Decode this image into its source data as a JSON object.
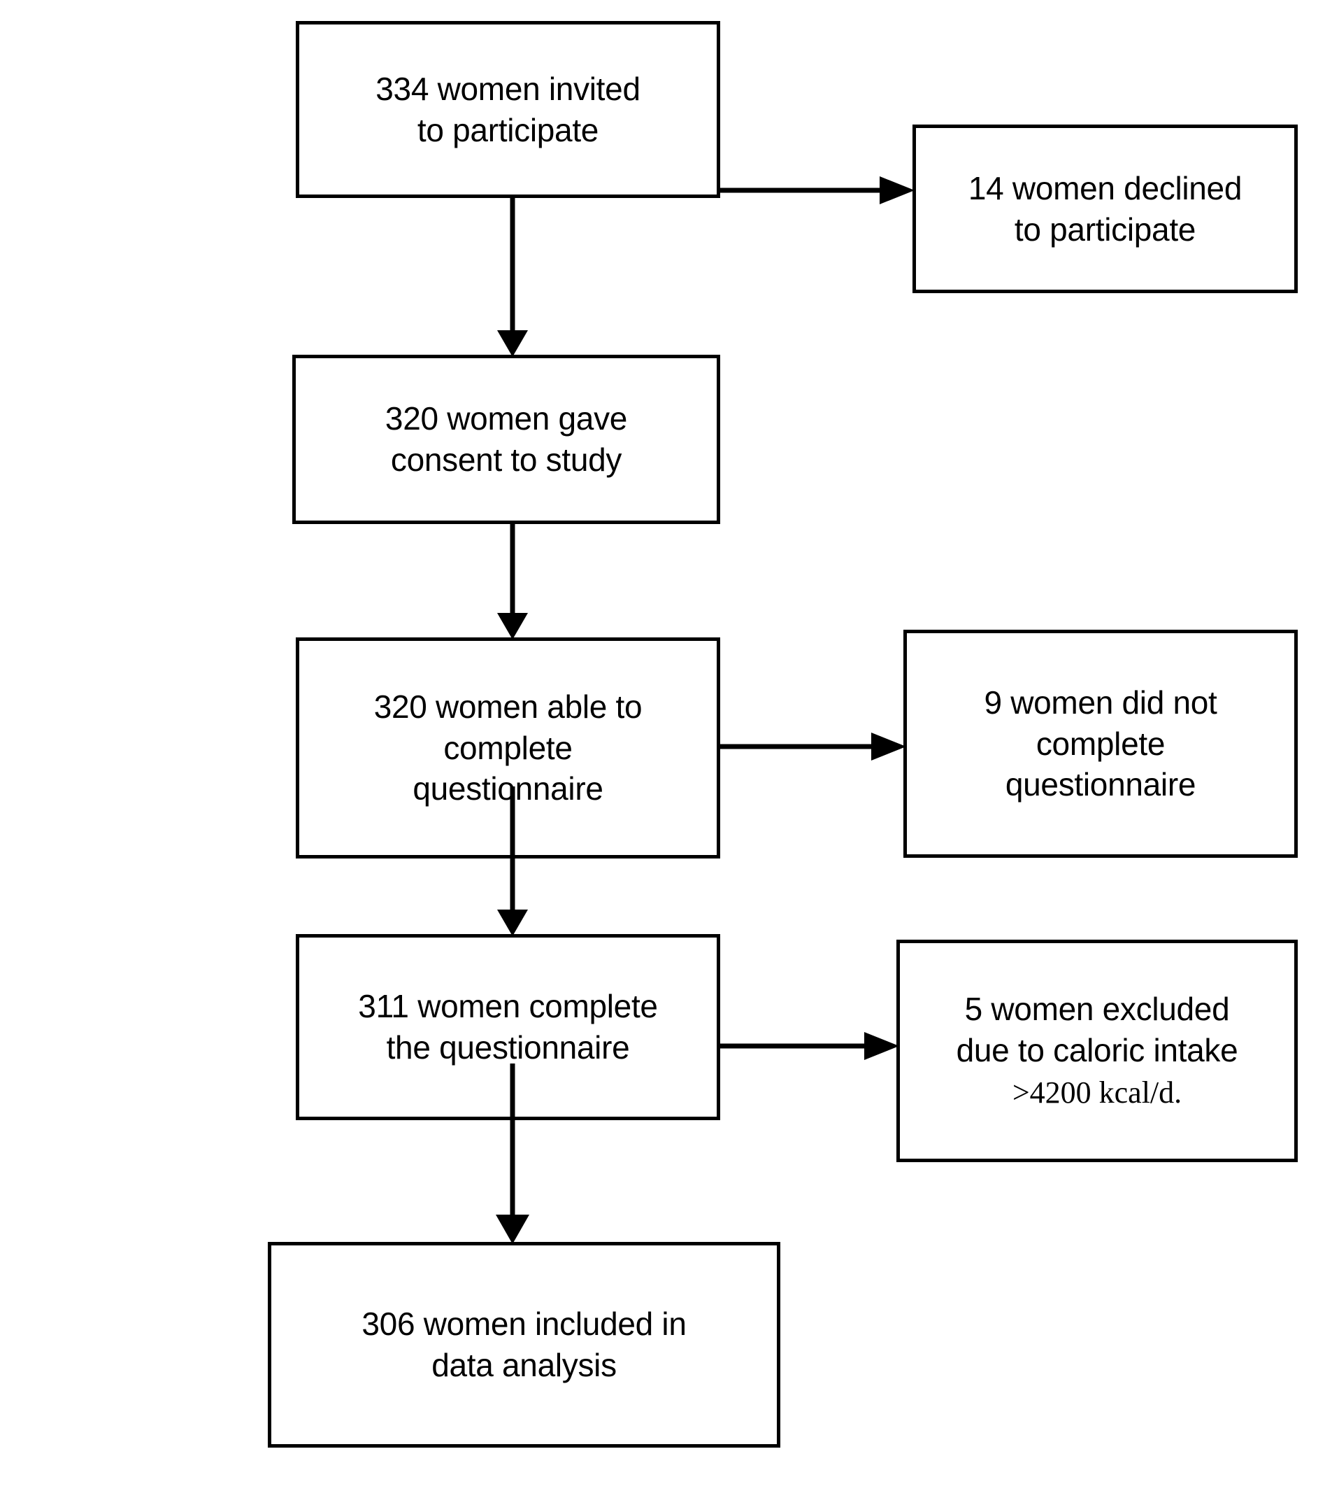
{
  "diagram": {
    "title": "Study participant flow",
    "stroke_color": "#000000",
    "background_color": "#ffffff",
    "nodes": [
      {
        "id": "invited",
        "lines": [
          "334 women invited",
          "to participate"
        ],
        "count": 334
      },
      {
        "id": "declined",
        "lines": [
          "14 women declined",
          "to participate"
        ],
        "count": 14
      },
      {
        "id": "consent",
        "lines": [
          "320 women gave",
          "consent to study"
        ],
        "count": 320
      },
      {
        "id": "able-to-complete",
        "lines": [
          "320 women able to",
          "complete",
          "questionnaire"
        ],
        "count": 320
      },
      {
        "id": "did-not-complete",
        "lines": [
          "9 women did not",
          "complete",
          "questionnaire"
        ],
        "count": 9
      },
      {
        "id": "completed",
        "lines": [
          "311 women complete",
          "the questionnaire"
        ],
        "count": 311
      },
      {
        "id": "excluded",
        "lines": [
          "5 women excluded",
          "due to caloric intake"
        ],
        "serif_line": ">4200 kcal/d.",
        "count": 5
      },
      {
        "id": "analysed",
        "lines": [
          "306 women included in",
          "data analysis"
        ],
        "count": 306
      }
    ],
    "edges": [
      {
        "id": "invited-to-declined",
        "from": "invited",
        "to": "declined",
        "direction": "right"
      },
      {
        "id": "invited-to-consent",
        "from": "invited",
        "to": "consent",
        "direction": "down"
      },
      {
        "id": "consent-to-able",
        "from": "consent",
        "to": "able-to-complete",
        "direction": "down"
      },
      {
        "id": "able-to-did-not-complete",
        "from": "able-to-complete",
        "to": "did-not-complete",
        "direction": "right"
      },
      {
        "id": "able-to-completed",
        "from": "able-to-complete",
        "to": "completed",
        "direction": "down"
      },
      {
        "id": "completed-to-excluded",
        "from": "completed",
        "to": "excluded",
        "direction": "right"
      },
      {
        "id": "completed-to-analysed",
        "from": "completed",
        "to": "analysed",
        "direction": "down"
      }
    ]
  }
}
